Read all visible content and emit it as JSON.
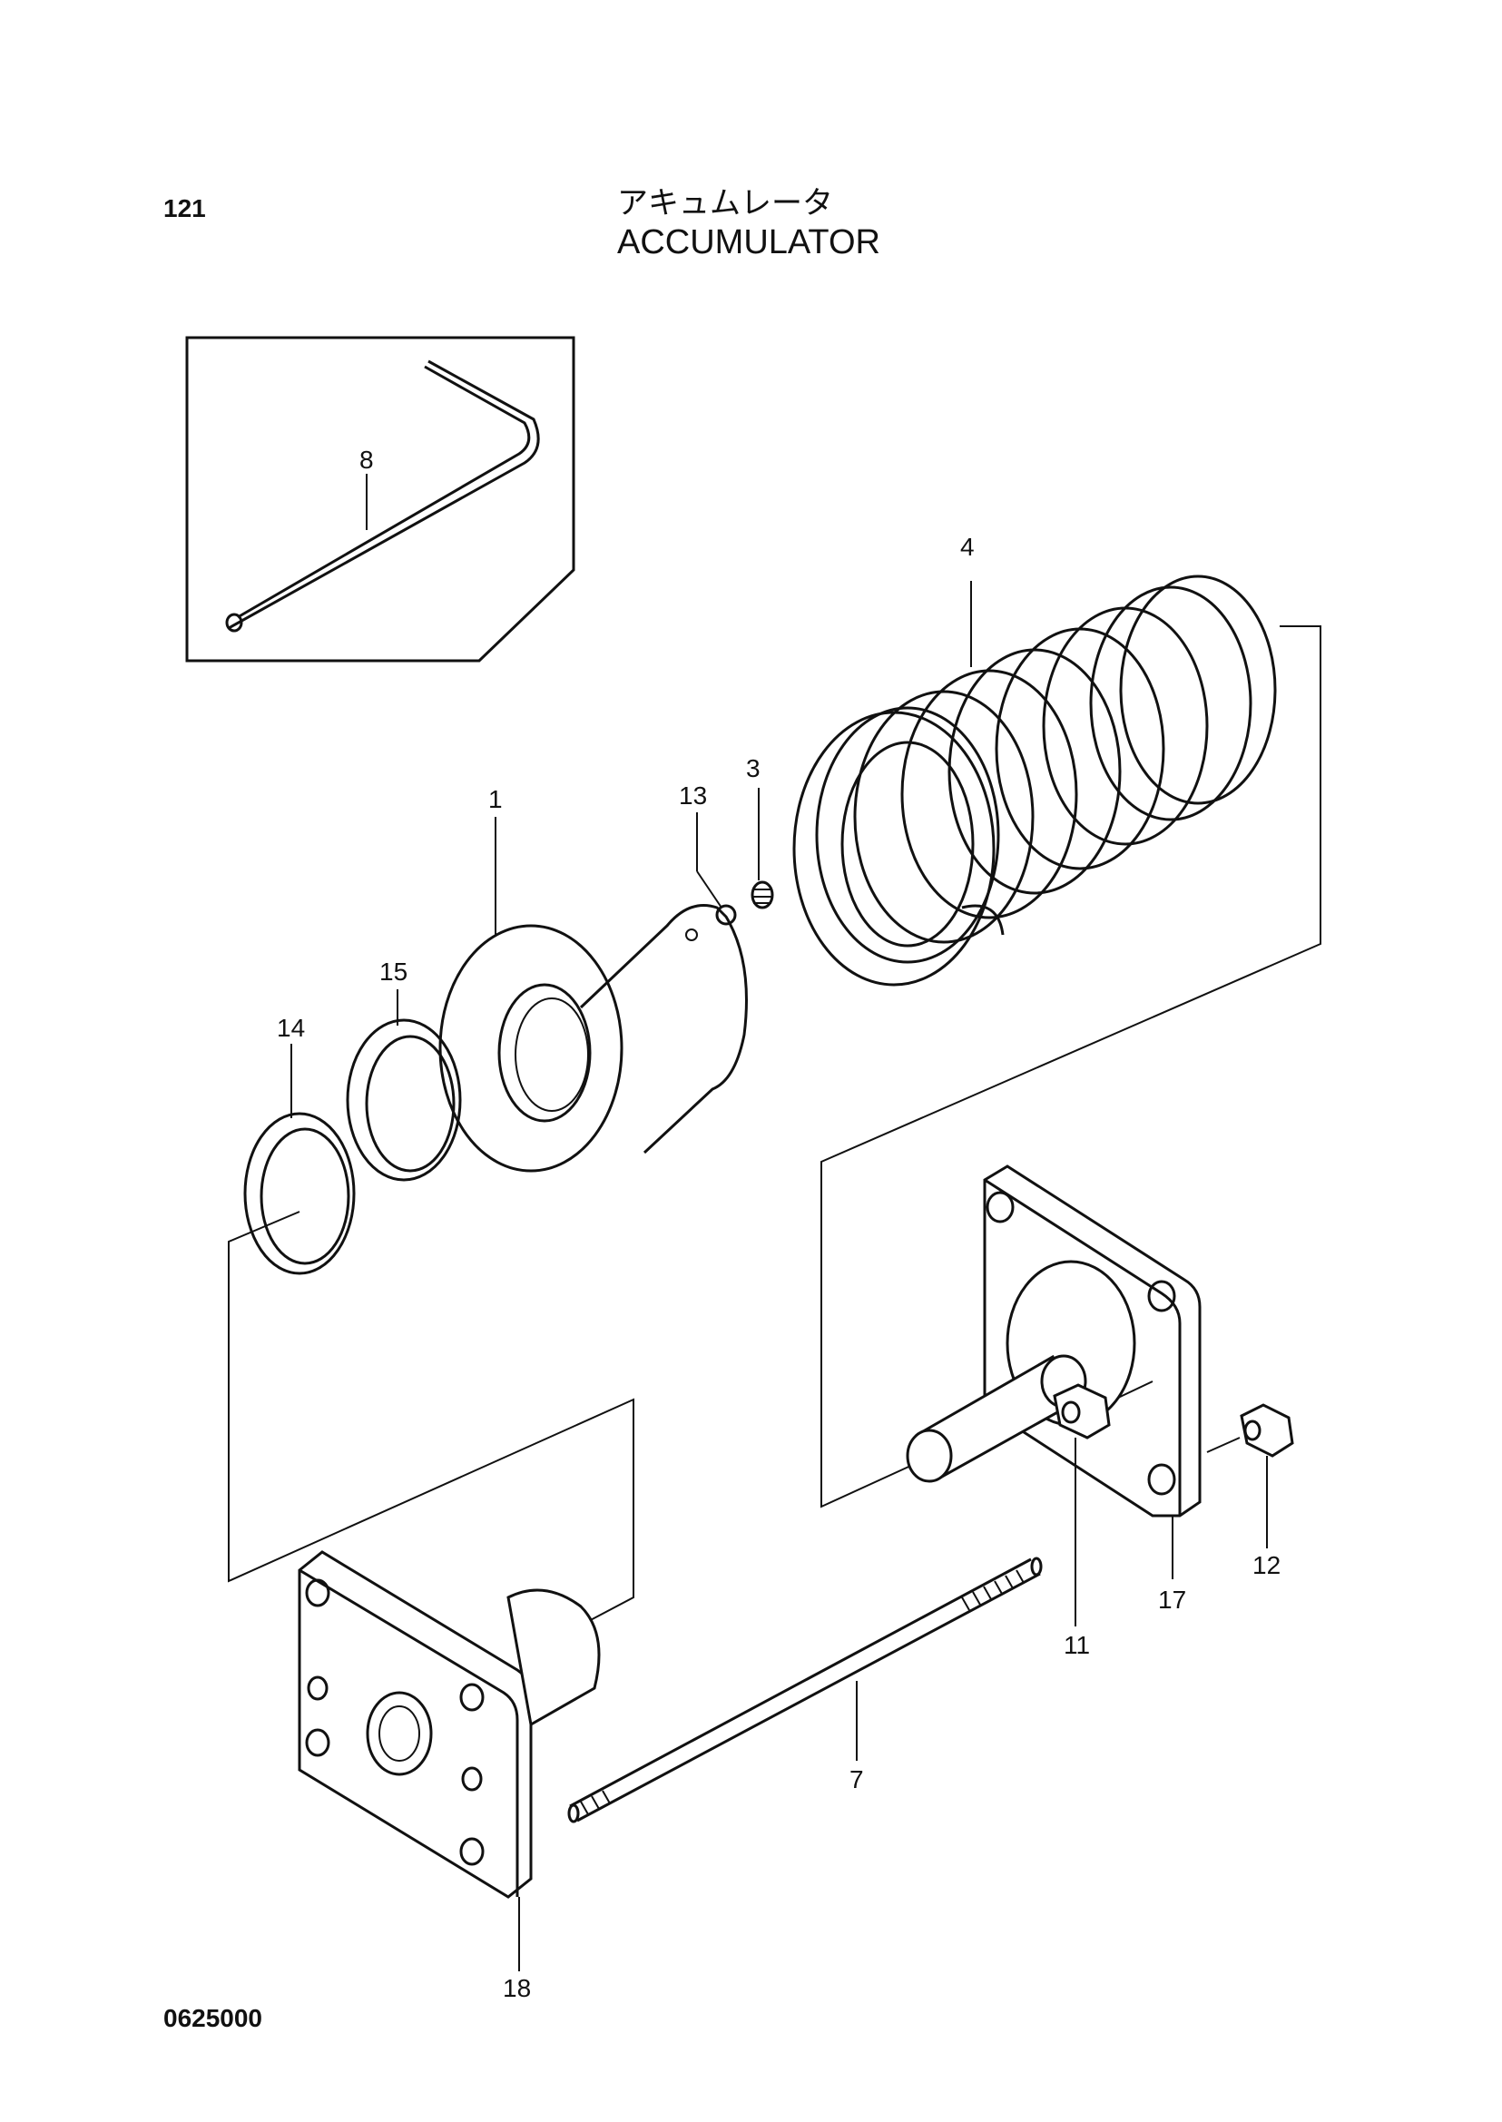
{
  "header": {
    "page_number": "121",
    "title_japanese": "アキュムレータ",
    "title_english": "ACCUMULATOR"
  },
  "footer": {
    "drawing_number": "0625000"
  },
  "callouts": {
    "c1": "1",
    "c3": "3",
    "c4": "4",
    "c7": "7",
    "c8": "8",
    "c11": "11",
    "c12": "12",
    "c13": "13",
    "c14": "14",
    "c15": "15",
    "c17": "17",
    "c18": "18"
  }
}
